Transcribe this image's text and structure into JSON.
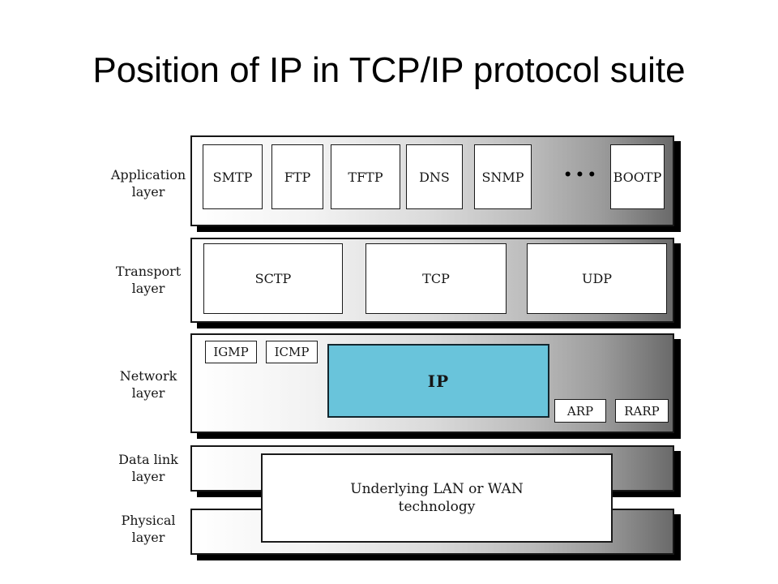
{
  "title": "Position of IP in TCP/IP protocol suite",
  "colors": {
    "ip_fill": "#69C4DB",
    "band_gradient_start": "#ffffff",
    "band_gradient_end": "#6a6a6a",
    "shadow": "#000000",
    "border": "#161616"
  },
  "layers": {
    "application": {
      "label1": "Application",
      "label2": "layer"
    },
    "transport": {
      "label1": "Transport",
      "label2": "layer"
    },
    "network": {
      "label1": "Network",
      "label2": "layer"
    },
    "datalink": {
      "label1": "Data link",
      "label2": "layer"
    },
    "physical": {
      "label1": "Physical",
      "label2": "layer"
    }
  },
  "application_protocols": [
    "SMTP",
    "FTP",
    "TFTP",
    "DNS",
    "SNMP",
    "BOOTP"
  ],
  "application_ellipsis": "•••",
  "transport_protocols": [
    "SCTP",
    "TCP",
    "UDP"
  ],
  "network_protocols": {
    "igmp": "IGMP",
    "icmp": "ICMP",
    "ip": "IP",
    "arp": "ARP",
    "rarp": "RARP"
  },
  "underlying_technology": {
    "line1": "Underlying LAN or WAN",
    "line2": "technology"
  }
}
